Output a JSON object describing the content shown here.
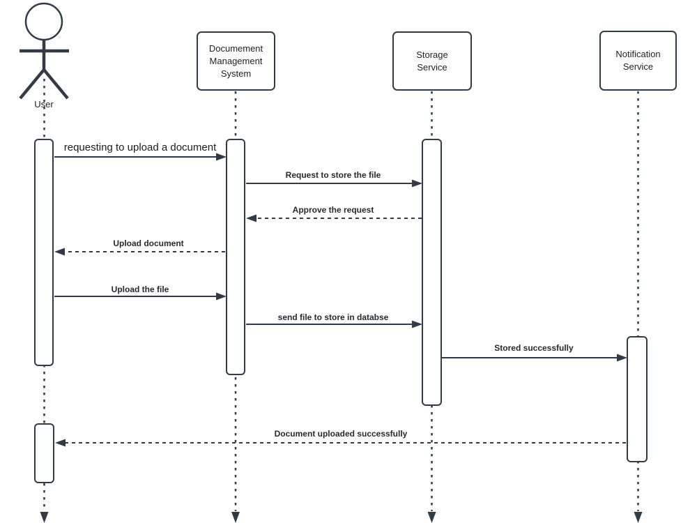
{
  "diagram": {
    "type": "uml-sequence-diagram"
  },
  "colors": {
    "line": "#323a45",
    "box_border": "#323a45",
    "text": "#1c1f24",
    "background": "#ffffff"
  },
  "participants": [
    {
      "label": "User",
      "kind": "actor"
    },
    {
      "label": "Documement Management System",
      "kind": "system"
    },
    {
      "label": "Storage Service",
      "kind": "system"
    },
    {
      "label": "Notification Service",
      "kind": "system"
    }
  ],
  "messages": [
    {
      "label": "requesting to upload a document",
      "from": "User",
      "to": "Documement Management System",
      "line": "solid",
      "direction": "right"
    },
    {
      "label": "Request to store the file",
      "from": "Documement Management System",
      "to": "Storage Service",
      "line": "solid",
      "direction": "right"
    },
    {
      "label": "Approve the request",
      "from": "Storage Service",
      "to": "Documement Management System",
      "line": "dashed",
      "direction": "left"
    },
    {
      "label": "Upload document",
      "from": "Documement Management System",
      "to": "User",
      "line": "dashed",
      "direction": "left"
    },
    {
      "label": "Upload the file",
      "from": "User",
      "to": "Documement Management System",
      "line": "solid",
      "direction": "right"
    },
    {
      "label": "send file to store in databse",
      "from": "Documement Management System",
      "to": "Storage Service",
      "line": "solid",
      "direction": "right"
    },
    {
      "label": "Stored successfully",
      "from": "Storage Service",
      "to": "Notification Service",
      "line": "solid",
      "direction": "right"
    },
    {
      "label": "Document uploaded successfully",
      "from": "Notification Service",
      "to": "User",
      "line": "dashed",
      "direction": "left"
    }
  ]
}
